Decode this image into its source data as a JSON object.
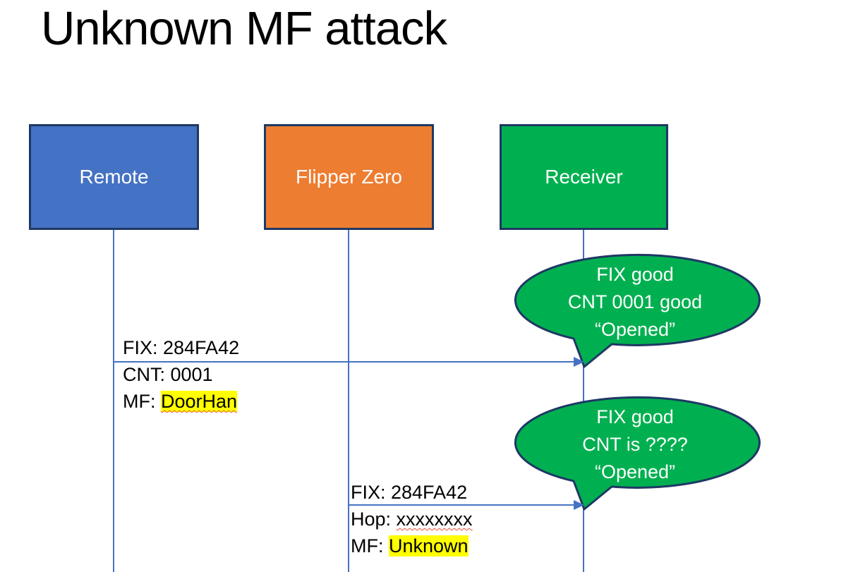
{
  "slide": {
    "title": "Unknown MF attack"
  },
  "actors": [
    {
      "label": "Remote",
      "fill": "#4472C4"
    },
    {
      "label": "Flipper Zero",
      "fill": "#ED7D31"
    },
    {
      "label": "Receiver",
      "fill": "#00B050"
    }
  ],
  "messages": [
    {
      "from": "Remote",
      "to": "Receiver",
      "rows": [
        {
          "prefix": "FIX: 284FA42",
          "mark": ""
        },
        {
          "prefix": "CNT: 0001",
          "mark": ""
        },
        {
          "prefix": "MF: ",
          "mark": "DoorHan"
        }
      ]
    },
    {
      "from": "Flipper Zero",
      "to": "Receiver",
      "rows": [
        {
          "prefix": "FIX: 284FA42",
          "mark": ""
        },
        {
          "prefix": "Hop: ",
          "mark": "xxxxxxxx"
        },
        {
          "prefix": "MF: ",
          "mark": "Unknown"
        }
      ]
    }
  ],
  "callouts": [
    {
      "lines": [
        "FIX good",
        "CNT 0001 good",
        "“Opened”"
      ]
    },
    {
      "lines": [
        "FIX good",
        "CNT is ????",
        "“Opened”"
      ]
    }
  ],
  "colors": {
    "accent_blue": "#4472C4",
    "accent_orange": "#ED7D31",
    "green": "#00B050",
    "outline_navy": "#1F3864",
    "highlight_yellow": "#FFFF00",
    "squiggle_red": "#E8503A"
  }
}
